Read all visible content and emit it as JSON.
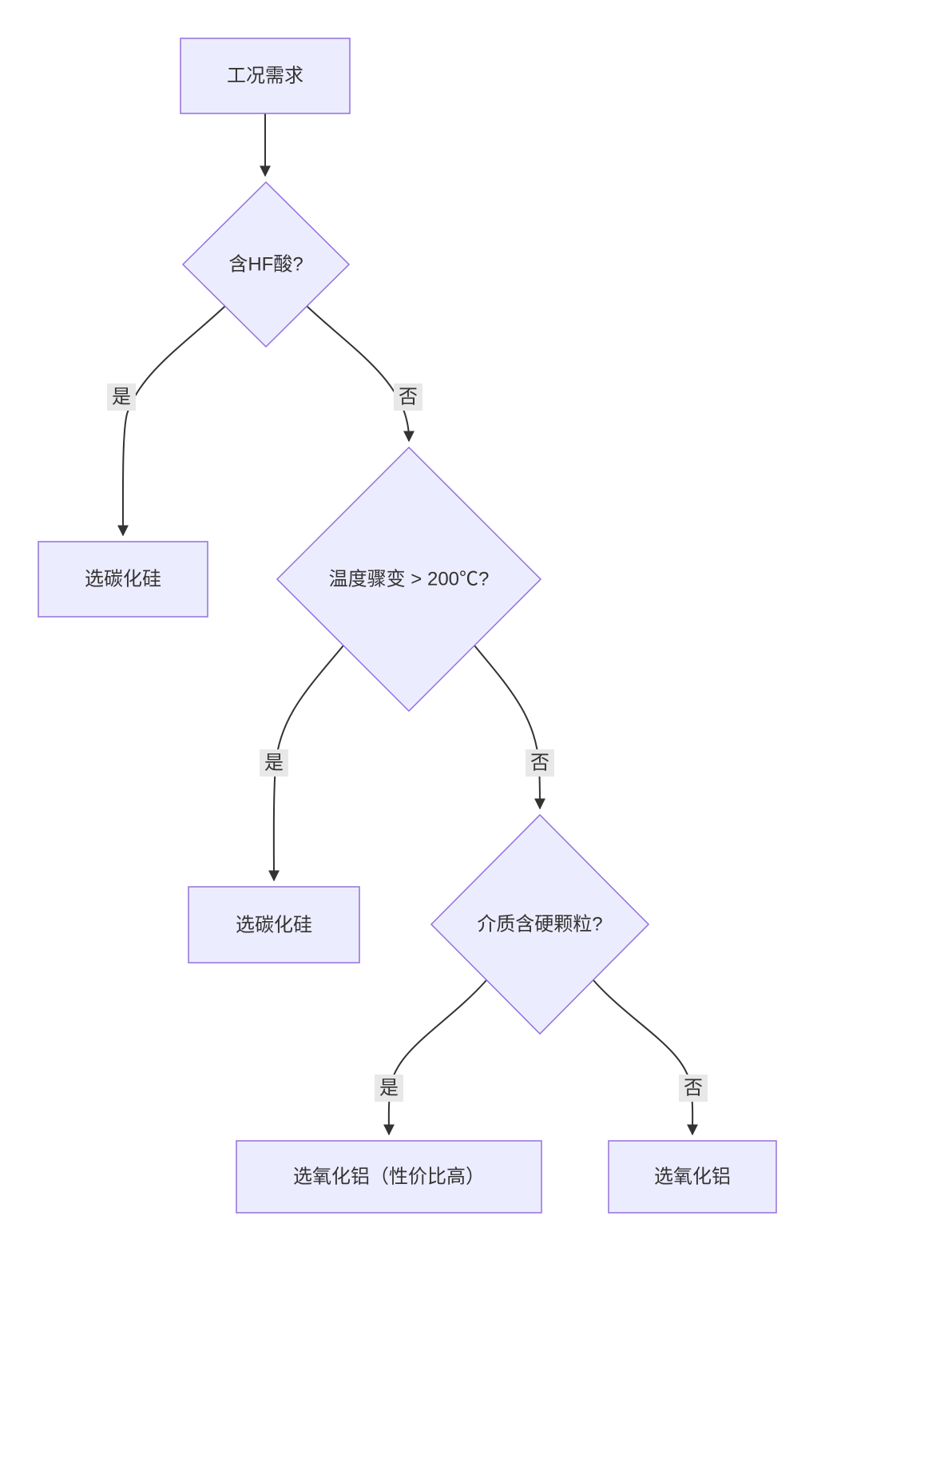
{
  "diagram": {
    "type": "flowchart",
    "direction": "top-down",
    "colors": {
      "node_fill": "#ECECFF",
      "node_border": "#9370DB",
      "edge": "#333333",
      "label_bg": "#e8e8e8",
      "text": "#333333"
    },
    "nodes": [
      {
        "id": "A",
        "type": "rect",
        "label": "工况需求"
      },
      {
        "id": "B",
        "type": "diamond",
        "label": "含HF酸?"
      },
      {
        "id": "C",
        "type": "rect",
        "label": "选碳化硅"
      },
      {
        "id": "D",
        "type": "diamond",
        "label": "温度骤变 > 200℃?"
      },
      {
        "id": "E",
        "type": "rect",
        "label": "选碳化硅"
      },
      {
        "id": "F",
        "type": "diamond",
        "label": "介质含硬颗粒?"
      },
      {
        "id": "G",
        "type": "rect",
        "label": "选氧化铝（性价比高）"
      },
      {
        "id": "H",
        "type": "rect",
        "label": "选氧化铝"
      }
    ],
    "edges": [
      {
        "from": "A",
        "to": "B",
        "label": ""
      },
      {
        "from": "B",
        "to": "C",
        "label": "是"
      },
      {
        "from": "B",
        "to": "D",
        "label": "否"
      },
      {
        "from": "D",
        "to": "E",
        "label": "是"
      },
      {
        "from": "D",
        "to": "F",
        "label": "否"
      },
      {
        "from": "F",
        "to": "G",
        "label": "是"
      },
      {
        "from": "F",
        "to": "H",
        "label": "否"
      }
    ]
  }
}
